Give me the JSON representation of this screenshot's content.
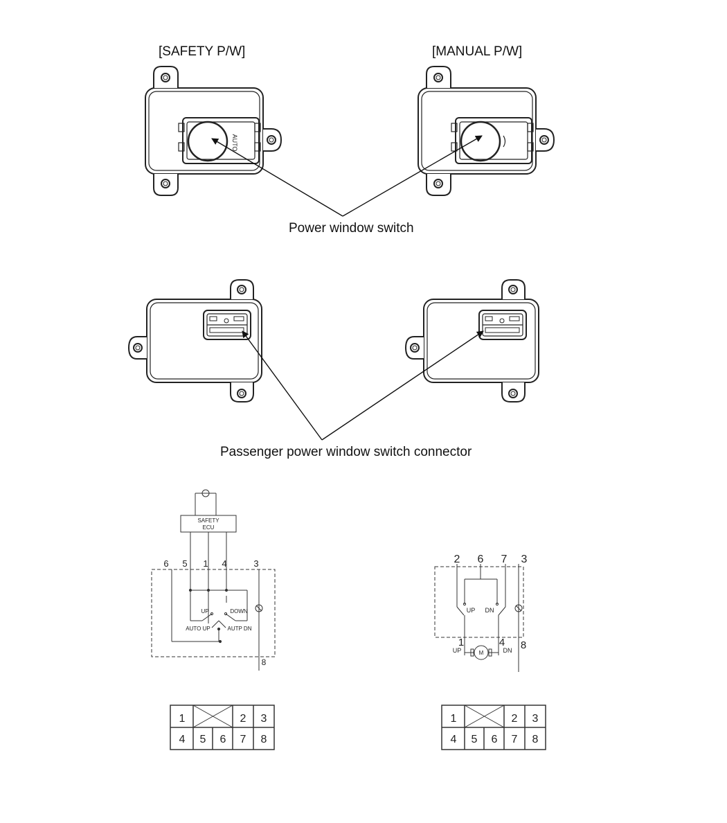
{
  "top_labels": {
    "safety": "[SAFETY P/W]",
    "manual": "[MANUAL P/W]"
  },
  "captions": {
    "switch": "Power window switch",
    "connector": "Passenger power window switch connector"
  },
  "switch_text": {
    "auto": "AUTO"
  },
  "safety_schematic": {
    "ecu_line1": "SAFETY",
    "ecu_line2": "ECU",
    "pins_top": [
      "6",
      "5",
      "1",
      "4",
      "3"
    ],
    "pin_bottom": "8",
    "up": "UP",
    "down": "DOWN",
    "auto_up": "AUTO UP",
    "auto_dn": "AUTP DN"
  },
  "manual_schematic": {
    "pins_top": [
      "2",
      "6",
      "7",
      "3"
    ],
    "pin_1": "1",
    "pin_4": "4",
    "pin_8": "8",
    "up": "UP",
    "dn": "DN",
    "up_motor": "UP",
    "dn_motor": "DN",
    "motor": "M"
  },
  "connector_pins": {
    "row1": [
      "1",
      "2",
      "3"
    ],
    "row2": [
      "4",
      "5",
      "6",
      "7",
      "8"
    ]
  }
}
